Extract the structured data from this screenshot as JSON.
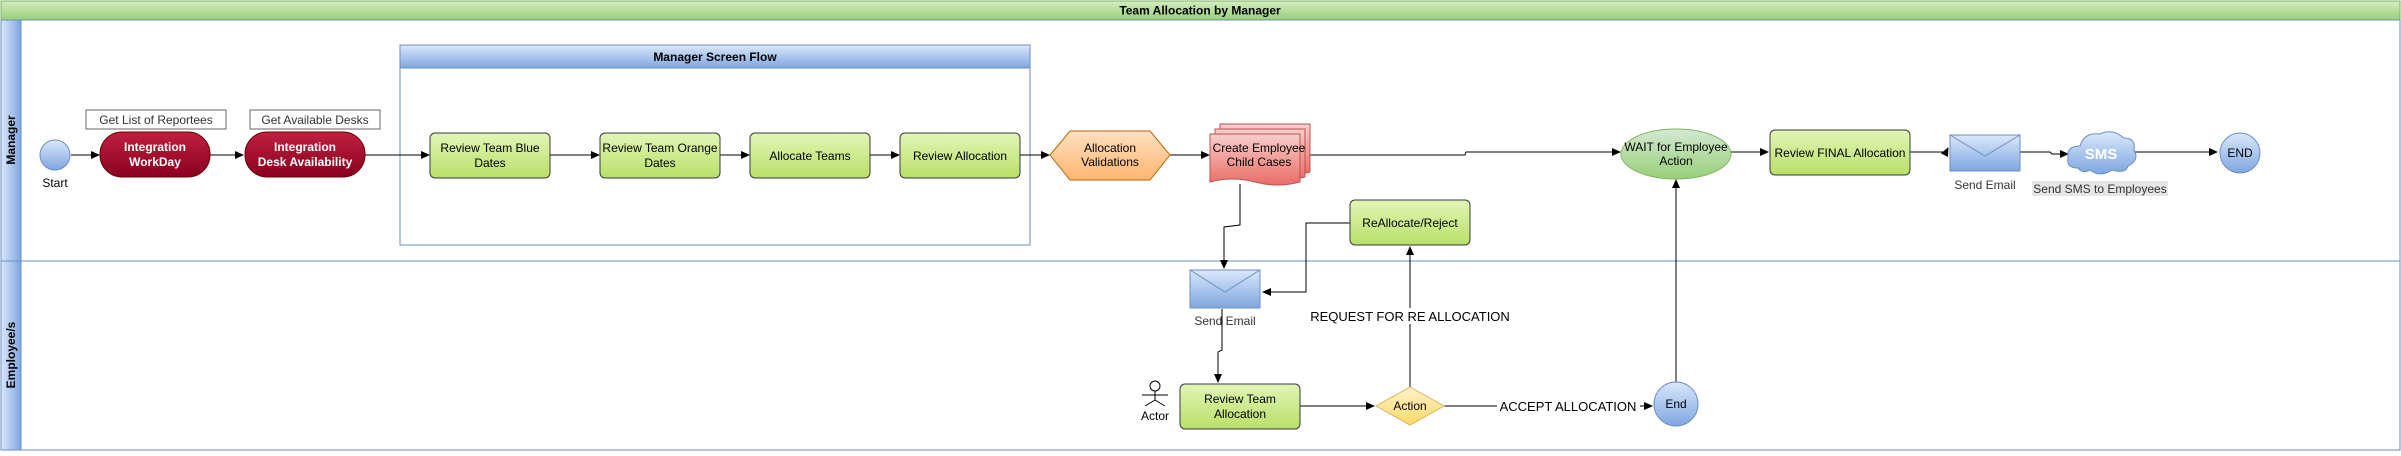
{
  "pool_title": "Team Allocation by Manager",
  "lanes": {
    "manager": "Manager",
    "employee": "Employee/s"
  },
  "subprocess_title": "Manager Screen Flow",
  "manager": {
    "start_label": "Start",
    "annotation_reportees": "Get List of Reportees",
    "annotation_desks": "Get Available Desks",
    "integration_workday": [
      "Integration",
      "WorkDay"
    ],
    "integration_desk": [
      "Integration",
      "Desk Availability"
    ],
    "review_blue": [
      "Review Team Blue",
      "Dates"
    ],
    "review_orange": [
      "Review Team Orange",
      "Dates"
    ],
    "allocate_teams": "Allocate Teams",
    "review_allocation": "Review Allocation",
    "allocation_validations": [
      "Allocation",
      "Validations"
    ],
    "create_child_cases": [
      "Create Employee",
      "Child Cases"
    ],
    "wait_action": [
      "WAIT for Employee",
      "Action"
    ],
    "review_final": "Review FINAL Allocation",
    "send_email": "Send Email",
    "sms_icon_text": "SMS",
    "send_sms": "Send SMS to Employees",
    "end": "END",
    "reallocate_reject": "ReAllocate/Reject"
  },
  "employee": {
    "send_email": "Send Email",
    "actor": "Actor",
    "review_team_allocation": [
      "Review Team",
      "Allocation"
    ],
    "action": "Action",
    "end": "End",
    "request_reallocation": "REQUEST FOR RE ALLOCATION",
    "accept_allocation": "ACCEPT ALLOCATION"
  },
  "colors": {
    "header_green": "#b9e0a5",
    "lane_blue": "#a9c4eb",
    "task_green": "#cdeb8b",
    "integration_red": "#a20025",
    "orange": "#ffcc99",
    "pink": "#f8cecc",
    "wait_green": "#d5e8d4",
    "diamond_yellow": "#fff2cc",
    "circle_blue": "#a9c4eb"
  }
}
